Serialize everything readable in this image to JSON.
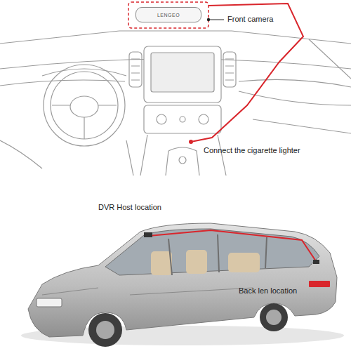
{
  "diagram": {
    "nodes": [
      {
        "text": [
          "LENGEO"
        ]
      }
    ],
    "labels": [
      "Front camera",
      "Connect the cigarette lighter",
      "DVR Host location",
      "Back len location"
    ]
  }
}
